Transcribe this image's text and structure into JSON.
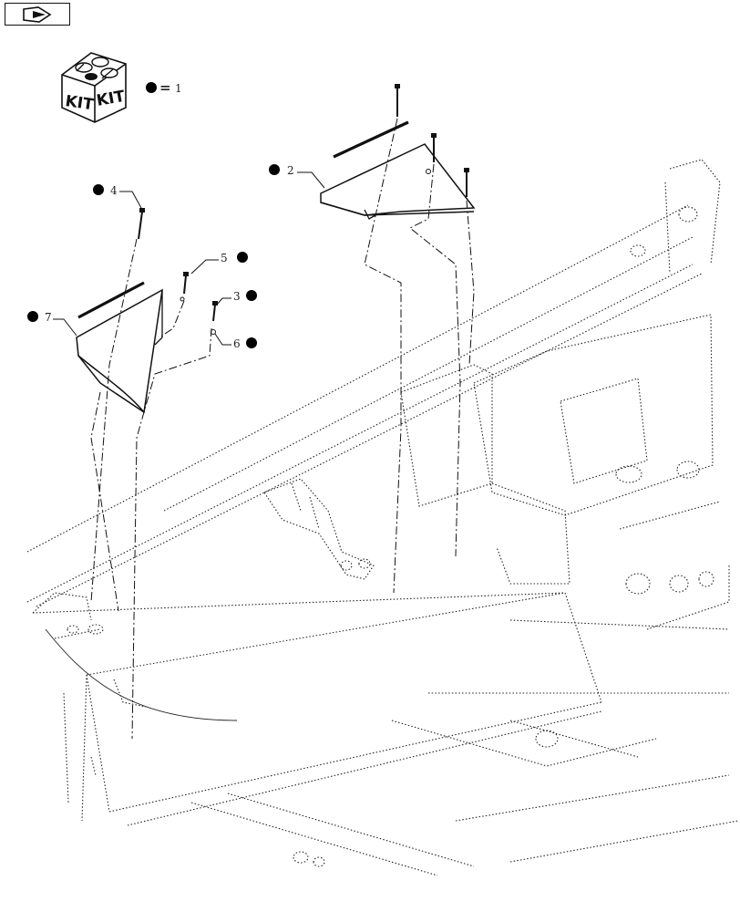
{
  "nav": {
    "icon": "return-arrow-icon"
  },
  "kit": {
    "label_left": "KIT",
    "label_right": "KIT",
    "equals": "=",
    "ref": "1"
  },
  "callouts": [
    {
      "ref": "2"
    },
    {
      "ref": "4"
    },
    {
      "ref": "5"
    },
    {
      "ref": "3"
    },
    {
      "ref": "6"
    },
    {
      "ref": "7"
    }
  ],
  "colors": {
    "line": "#111111",
    "bullet": "#000000",
    "paper": "#ffffff"
  }
}
